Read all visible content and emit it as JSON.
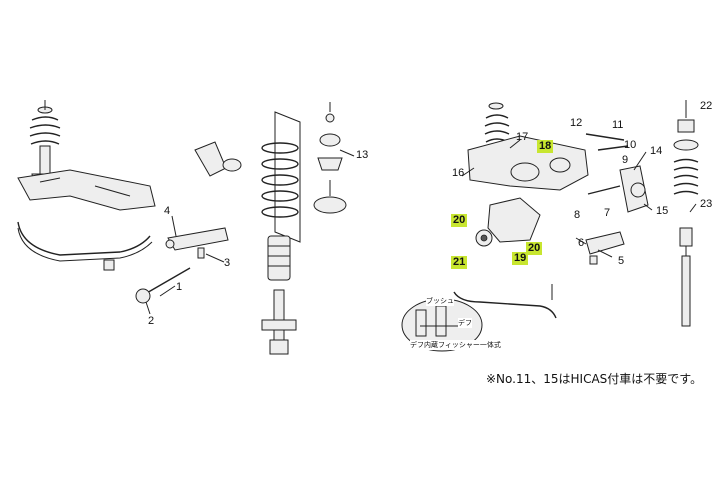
{
  "callouts": {
    "c1": "1",
    "c2": "2",
    "c3": "3",
    "c4": "4",
    "c5": "5",
    "c6": "6",
    "c7": "7",
    "c8": "8",
    "c9": "9",
    "c10": "10",
    "c11": "11",
    "c12": "12",
    "c13": "13",
    "c14": "14",
    "c15": "15",
    "c16": "16",
    "c17": "17",
    "c18": "18",
    "c19": "19",
    "c20a": "20",
    "c20b": "20",
    "c21": "21",
    "c22": "22",
    "c23": "23"
  },
  "inset": {
    "bushing_label": "ブッシュ",
    "diff_label": "デフ",
    "caption": "デフ内蔵フィッシャー一体式"
  },
  "note": "※No.11、15はHICAS付車は不要です。",
  "colors": {
    "highlight": "#c8e630",
    "line": "#222222"
  }
}
